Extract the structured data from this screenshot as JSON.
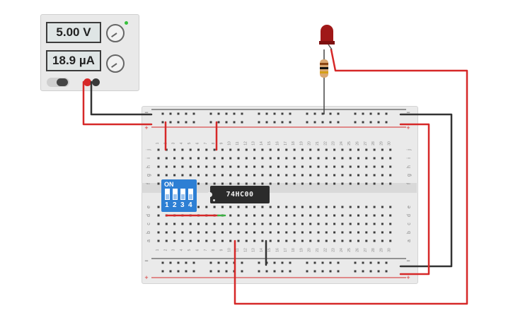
{
  "power_supply": {
    "voltage_display": "5.00 V",
    "current_display": "18.9 µA",
    "indicator_color": "#35c13b",
    "positive_terminal_color": "#d62828",
    "negative_terminal_color": "#3a3a3a"
  },
  "breadboard": {
    "column_numbers": [
      "1",
      "2",
      "3",
      "4",
      "5",
      "6",
      "7",
      "8",
      "9",
      "10",
      "11",
      "12",
      "13",
      "14",
      "15",
      "16",
      "17",
      "18",
      "19",
      "20",
      "21",
      "22",
      "23",
      "24",
      "25",
      "26",
      "27",
      "28",
      "29",
      "30"
    ],
    "upper_row_labels": [
      "j",
      "i",
      "h",
      "g",
      "f"
    ],
    "lower_row_labels": [
      "e",
      "d",
      "c",
      "b",
      "a"
    ],
    "rail_plus": "+",
    "rail_minus": "−",
    "rail_plus_color": "#d62828",
    "rail_minus_color": "#3a3a3a"
  },
  "dip_switch": {
    "on_label": "ON",
    "switch_numbers": [
      "1",
      "2",
      "3",
      "4"
    ],
    "color": "#2d7fd4"
  },
  "ic_chip": {
    "label": "74HC00"
  },
  "led": {
    "color": "#a01818"
  },
  "resistor": {
    "bands": [
      "#8b4513",
      "#111111",
      "#d4a017"
    ]
  },
  "wire_colors": {
    "red": "#d62828",
    "black": "#333333",
    "green": "#3cb043"
  }
}
